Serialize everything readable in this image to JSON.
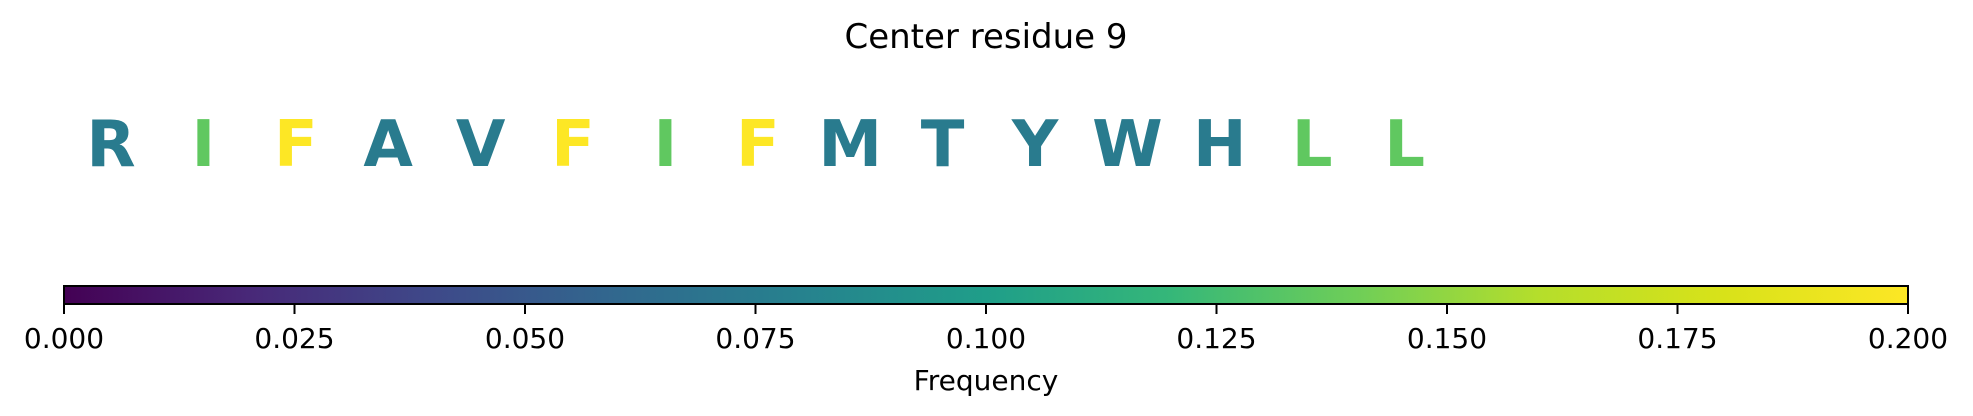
{
  "chart_data": {
    "type": "heatmap",
    "title": "Center residue 9",
    "residues": [
      "R",
      "I",
      "F",
      "A",
      "V",
      "F",
      "I",
      "F",
      "M",
      "T",
      "Y",
      "W",
      "H",
      "L",
      "L"
    ],
    "frequencies": [
      0.075,
      0.135,
      0.2,
      0.075,
      0.075,
      0.2,
      0.135,
      0.2,
      0.075,
      0.075,
      0.075,
      0.075,
      0.075,
      0.135,
      0.135
    ],
    "colorbar": {
      "label": "Frequency",
      "range": [
        0.0,
        0.2
      ],
      "ticks": [
        "0.000",
        "0.025",
        "0.050",
        "0.075",
        "0.100",
        "0.125",
        "0.150",
        "0.175",
        "0.200"
      ],
      "colormap": "viridis"
    }
  }
}
